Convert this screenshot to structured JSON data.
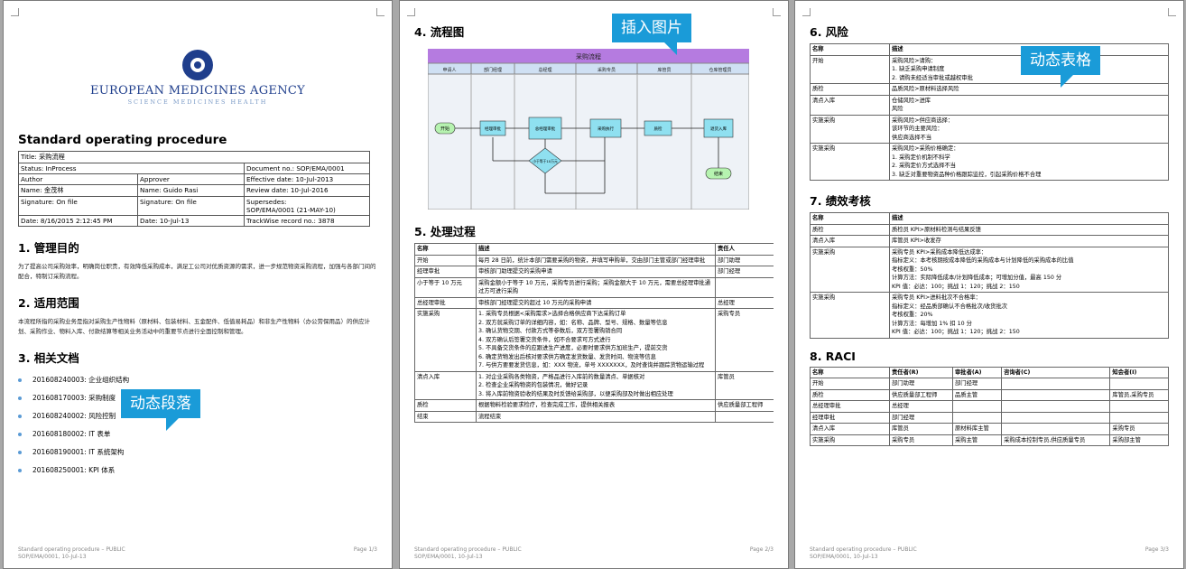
{
  "pages": [
    {
      "footer_left": "Standard operating procedure – PUBLIC",
      "footer_left2": "SOP/EMA/0001, 10-Jul-13",
      "footer_right": "Page 1/3"
    },
    {
      "footer_left": "Standard operating procedure – PUBLIC",
      "footer_left2": "SOP/EMA/0001, 10-Jul-13",
      "footer_right": "Page 2/3"
    },
    {
      "footer_left": "Standard operating procedure – PUBLIC",
      "footer_left2": "SOP/EMA/0001, 10-Jul-13",
      "footer_right": "Page 3/3"
    }
  ],
  "logo": {
    "name": "EUROPEAN MEDICINES AGENCY",
    "sub": "SCIENCE MEDICINES HEALTH"
  },
  "doc_title": "Standard operating procedure",
  "meta": {
    "title": "Title: 采购流程",
    "status": "Status: InProcess",
    "doc_no": "Document no.: SOP/EMA/0001",
    "author": "Author",
    "approver": "Approver",
    "eff_date": "Effective date: 10-Jul-2013",
    "name1": "Name: 金茂林",
    "name2": "Name: Guido Rasi",
    "review": "Review date: 10-Jul-2016",
    "sig1": "Signature: On file",
    "sig2": "Signature: On file",
    "supersedes": "Supersedes:",
    "supersedes2": "SOP/EMA/0001 (21-MAY-10)",
    "date1": "Date: 8/16/2015 2:12:45 PM",
    "date2": "Date: 10-Jul-13",
    "trackwise": "TrackWise record no.: 3878"
  },
  "sections": {
    "s1": "1. 管理目的",
    "s1_text": "为了提高公司采购效率，明确岗位职责，有效降低采购成本，满足工公司对优质资源的需求，进一步规范物资采购流程，加强与各部门间的配合，特制订采购流程。",
    "s2": "2. 适用范围",
    "s2_text": "本流程所指的采购业务是指对采购生产性物料（原材料、包装材料、五金配件、低值易耗品）和非生产性物料（办公劳保用品）的供应计划、采购作业、物料入库、付款结算等相关业务活动中的重要节点进行全面控制和管理。",
    "s3": "3. 相关文档",
    "docs": [
      "201608240003: 企业组织结构",
      "201608170003: 采购制度",
      "201608240002: 风险控制",
      "201608180002: IT 表单",
      "201608190001: IT 系统架构",
      "201608250001: KPI 体系"
    ],
    "s4": "4. 流程图",
    "s5": "5. 处理过程",
    "s6": "6. 风险",
    "s7": "7. 绩效考核",
    "s8": "8. RACI"
  },
  "callouts": {
    "para": "动态段落",
    "image": "插入图片",
    "table": "动态表格"
  },
  "flow": {
    "title": "采购流程",
    "lanes": [
      "申请人",
      "部门经理",
      "总经理",
      "采购专员",
      "库管员",
      "仓库管理员"
    ],
    "nodes": {
      "start": "开始",
      "review": "经理审批",
      "gm": "总经理审批",
      "cond": "小于等于10万元",
      "buy": "采购执行",
      "store": "质检",
      "in": "退货入库",
      "end": "结束"
    }
  },
  "process": {
    "headers": [
      "名称",
      "描述",
      "责任人"
    ],
    "rows": [
      [
        "开始",
        "每月 28 日前，统计本部门需要采购的物资，并填写申购单，交由部门主管或部门经理审批",
        "部门助理"
      ],
      [
        "经理审批",
        "审核部门助理提交的采购申请",
        "部门经理"
      ],
      [
        "小于等于 10 万元",
        "采购金额小于等于 10 万元，采购专员进行采购；采购金额大于 10 万元，需要总经理审批通过方可进行采购",
        ""
      ],
      [
        "总经理审批",
        "审核部门经理提交的超过 10 万元的采购申请",
        "总经理"
      ],
      [
        "实施采购",
        "1. 采购专员根据<采购需求>选择合格供应商下达采购订单\n2. 双方就采购订单的详细内容，如：名称、品牌、型号、规格、数量等信息\n3. 确认货物交期、付款方式等参数后，双方签署购销合同\n4. 双方确认后签署交货条件，如不合要求可方式进行\n5. 不具备交货条件的应跟进生产进度，必要时要求供方加班生产，提前交货\n6. 确定货物发出后核对要求供方确定发货数量、发货时间、物流等信息\n7. 与供方要要发货信息，如：XXX 物流，单号 XXXXXXX，及时查询并跟踪货物运输过程",
        "采购专员"
      ],
      [
        "清点入库",
        "1. 对企业采购各类物资，严格品进行入库前的数量清点、单据核对\n2. 检查企业采购物资的包装情况，做好记录\n3. 将入库前物资验收的结果及时反馈给采购部，以便采购部及时做出相应处理",
        "库管员"
      ],
      [
        "质检",
        "根据物料检验要求检疗，检查完成工作，提供相关报表",
        "供应质量部工程师"
      ],
      [
        "结束",
        "流程结束",
        ""
      ]
    ]
  },
  "risk": {
    "headers": [
      "名称",
      "描述"
    ],
    "rows": [
      [
        "开始",
        "采购风险>请购：\n1. 缺乏采购申请制度\n2. 请购未经适当审批或越权审批"
      ],
      [
        "质检",
        "品质风险>原材料选择风险"
      ],
      [
        "清点入库",
        "仓储风险>进库\n风险"
      ],
      [
        "实施采购",
        "采购风险>供应商选择：\n该环节的主要风险：\n供应商选择不当"
      ],
      [
        "实施采购",
        "采购风险>采购价格确定：\n1. 采购定价机制不科学\n2. 采购定价方式选择不当\n3. 缺乏对重要物资品种价格跟踪监控，引起采购价格不合理"
      ]
    ]
  },
  "kpi": {
    "headers": [
      "名称",
      "描述"
    ],
    "rows": [
      [
        "质检",
        "质检员 KPI>原材料检测与结果反馈"
      ],
      [
        "清点入库",
        "库管员 KPI>收发存"
      ],
      [
        "实施采购",
        "采购专员 KPI>采购成本降低达成率：\n指标定义：本考核期按成本降低的采购成本与计划降低的采购成本的比值\n考核权重：50%\n计算方法：实际降低成本/计划降低成本；可增加分值，最高 150 分\nKPI 值：必达：100；挑战 1：120；挑战 2：150"
      ],
      [
        "实施采购",
        "采购专员 KPI>进料批次不合格率：\n指标定义：经品质部确认不合格批次/收货批次\n考核权重：20%\n计算方法：每增加 1% 扣 10 分\nKPI 值：必达：100；挑战 1：120；挑战 2：150"
      ]
    ]
  },
  "raci": {
    "headers": [
      "名称",
      "责任者(R)",
      "审批者(A)",
      "咨询者(C)",
      "知会者(I)"
    ],
    "rows": [
      [
        "开始",
        "部门助理",
        "部门经理",
        "",
        ""
      ],
      [
        "质检",
        "供应质量部工程师",
        "品质主管",
        "",
        "库管员,采购专员"
      ],
      [
        "总经理审批",
        "总经理",
        "",
        "",
        ""
      ],
      [
        "经理审批",
        "部门经理",
        "",
        "",
        ""
      ],
      [
        "清点入库",
        "库管员",
        "原材料库主管",
        "",
        "采购专员"
      ],
      [
        "实施采购",
        "采购专员",
        "采购主管",
        "采购成本控制专员,供应质量专员",
        "采购部主管"
      ]
    ]
  }
}
